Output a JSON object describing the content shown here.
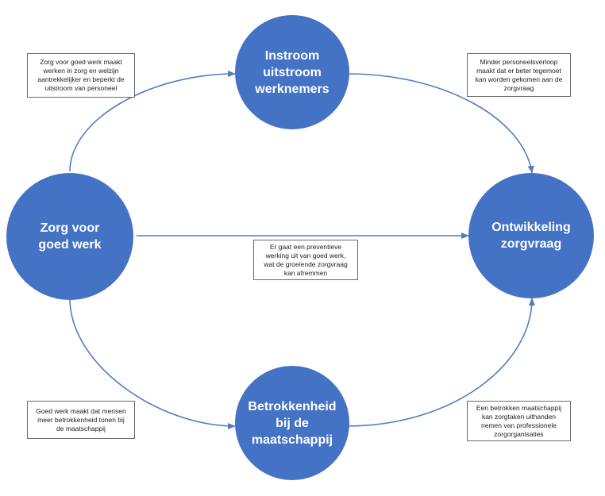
{
  "colors": {
    "node": "#4472c4",
    "arrow": "#4f7ec0",
    "text": "#ffffff"
  },
  "nodes": {
    "instroom": "Instroom\nuitstroom\nwerknemers",
    "zorg": "Zorg voor\ngoed werk",
    "ontwikkeling": "Ontwikkeling\nzorgvraag",
    "betrokkenheid": "Betrokkenheid\nbij de\nmaatschappij"
  },
  "notes": {
    "top_left": "Zorg voor goed werk maakt\nwerken in zorg en welzijn\naantrekkelijker en beperkt de\nuitstroom van personeel",
    "top_right": "Minder personeelsverloop\nmaakt dat er beter tegemoet\nkan worden gekomen aan de\nzorgvraag",
    "center": "Er gaat een preventieve\nwerking uit van goed werk,\nwat de groeiende zorgvraag\nkan afremmen",
    "bottom_left": "Goed werk maakt dat mensen\nmeer betrokkenheid tonen bij\nde maatschappij",
    "bottom_right": "Een betrokken maatschappij\nkan zorgtaken uithanden\nnemen van professionele\nzorgorganisaties"
  }
}
